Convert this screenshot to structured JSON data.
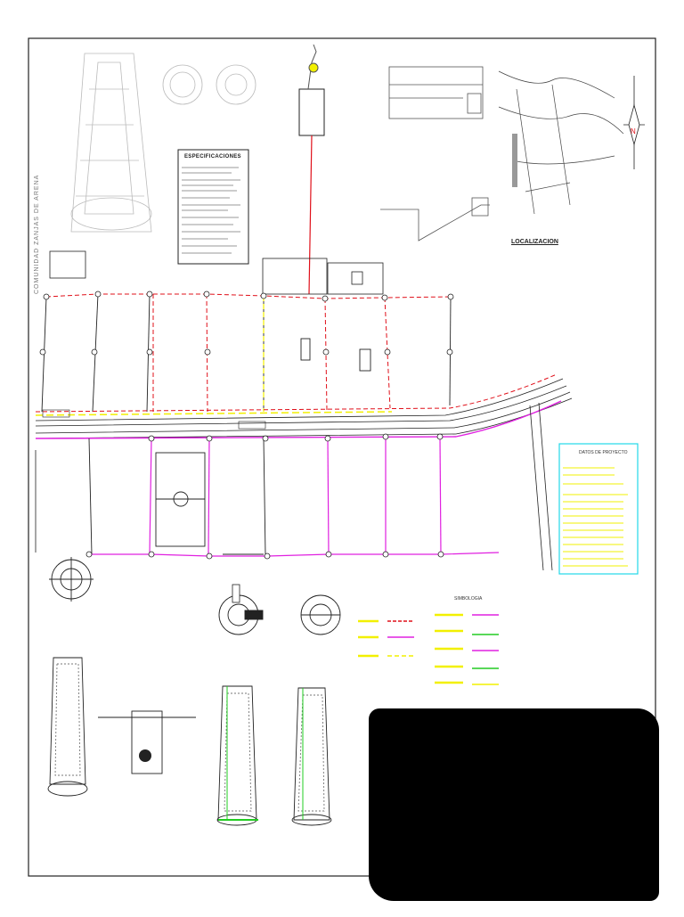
{
  "sheet": {
    "specs_title": "ESPECIFICACIONES",
    "location_title": "LOCALIZACION",
    "project_data_title": "DATOS DE PROYECTO",
    "legend_title": "SIMBOLOGIA",
    "side_label": "COMUNIDAD ZANJAS DE ARENA"
  },
  "colors": {
    "linework": "#555555",
    "red_line": "#e0101a",
    "magenta_line": "#e020e0",
    "yellow_line": "#f2f000",
    "green": "#22cc22",
    "cyan_box": "#22d8e8",
    "redaction": "#000000"
  }
}
